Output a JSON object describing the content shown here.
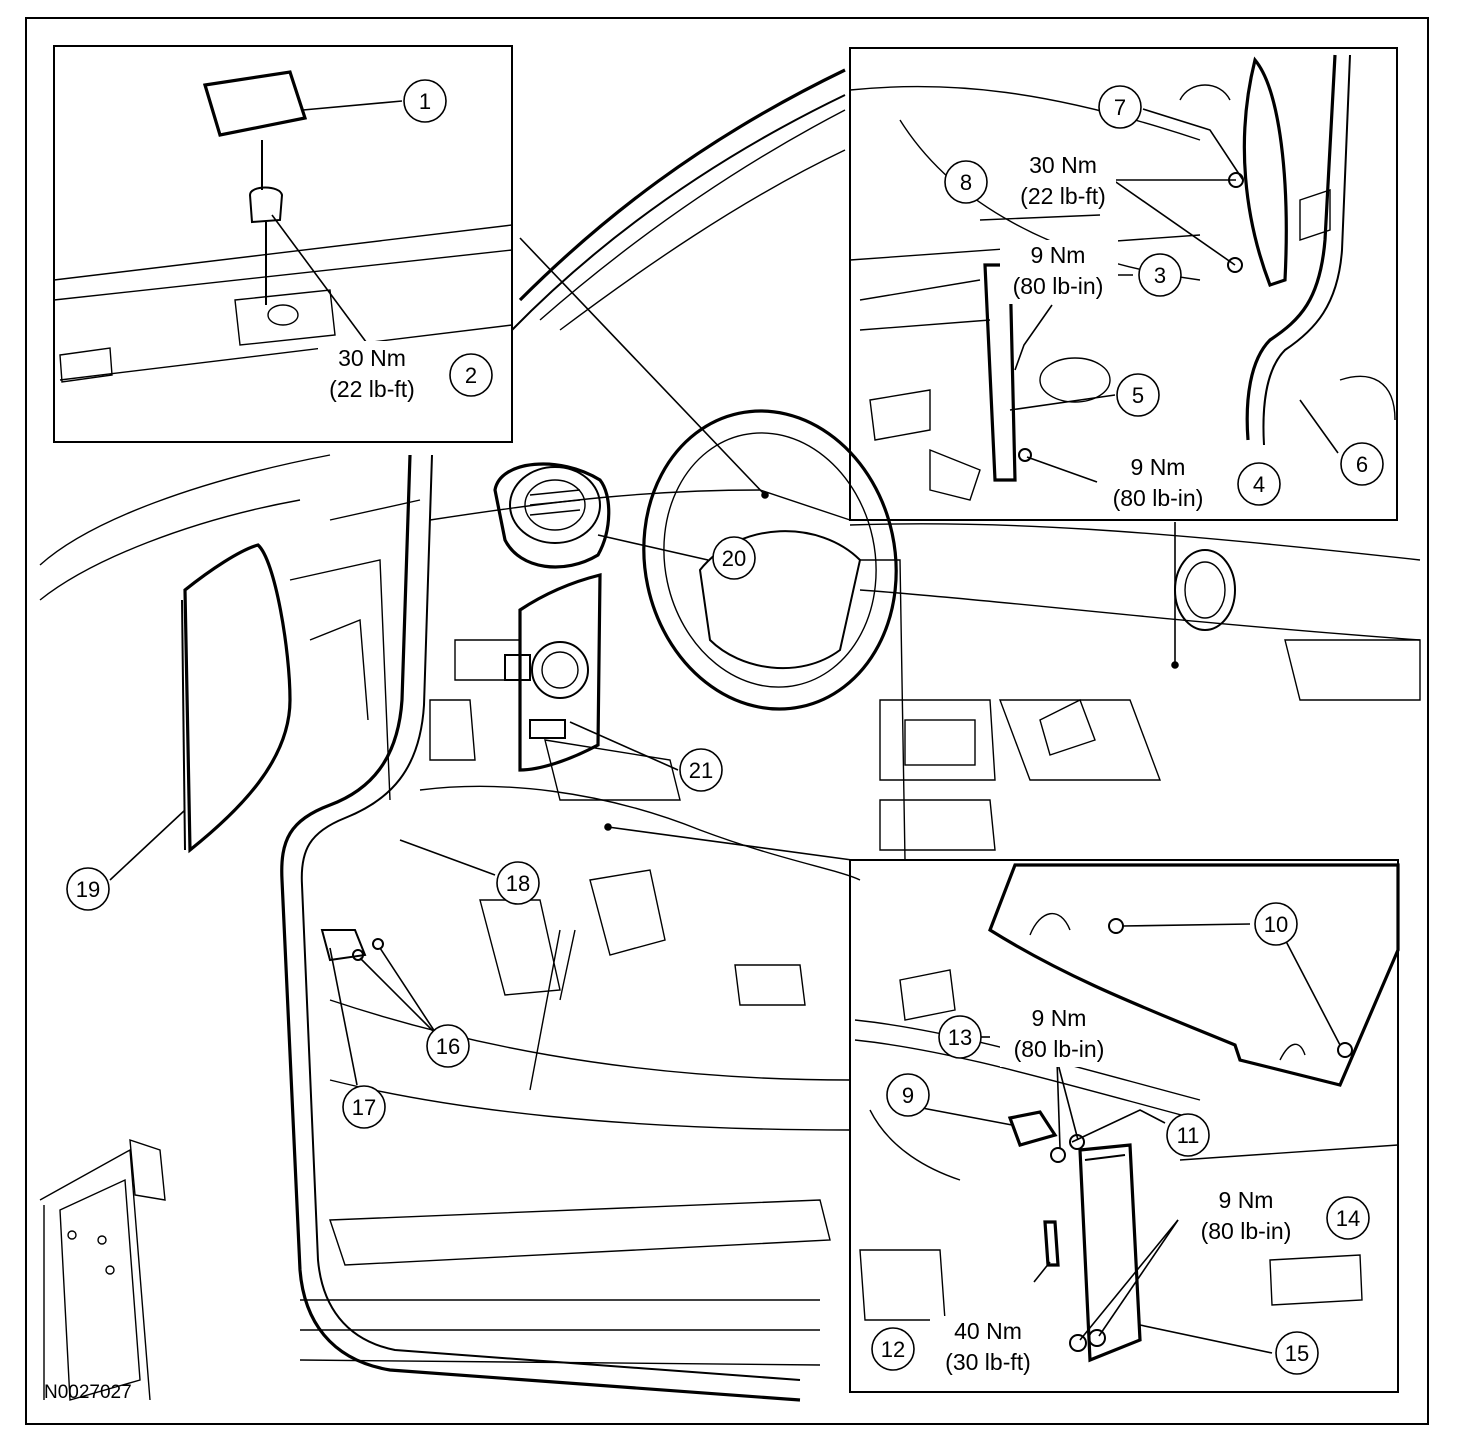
{
  "figure_id": "N0027027",
  "callouts": {
    "c1": "1",
    "c2": "2",
    "c3": "3",
    "c4": "4",
    "c5": "5",
    "c6": "6",
    "c7": "7",
    "c8": "8",
    "c9": "9",
    "c10": "10",
    "c11": "11",
    "c12": "12",
    "c13": "13",
    "c14": "14",
    "c15": "15",
    "c16": "16",
    "c17": "17",
    "c18": "18",
    "c19": "19",
    "c20": "20",
    "c21": "21"
  },
  "torques": {
    "t2": {
      "nm": "30 Nm",
      "imperial": "(22 lb-ft)"
    },
    "t8": {
      "nm": "30 Nm",
      "imperial": "(22 lb-ft)"
    },
    "t3": {
      "nm": "9 Nm",
      "imperial": "(80 lb-in)"
    },
    "t4": {
      "nm": "9 Nm",
      "imperial": "(80 lb-in)"
    },
    "t13": {
      "nm": "9 Nm",
      "imperial": "(80 lb-in)"
    },
    "t14": {
      "nm": "9 Nm",
      "imperial": "(80 lb-in)"
    },
    "t12": {
      "nm": "40 Nm",
      "imperial": "(30 lb-ft)"
    }
  }
}
